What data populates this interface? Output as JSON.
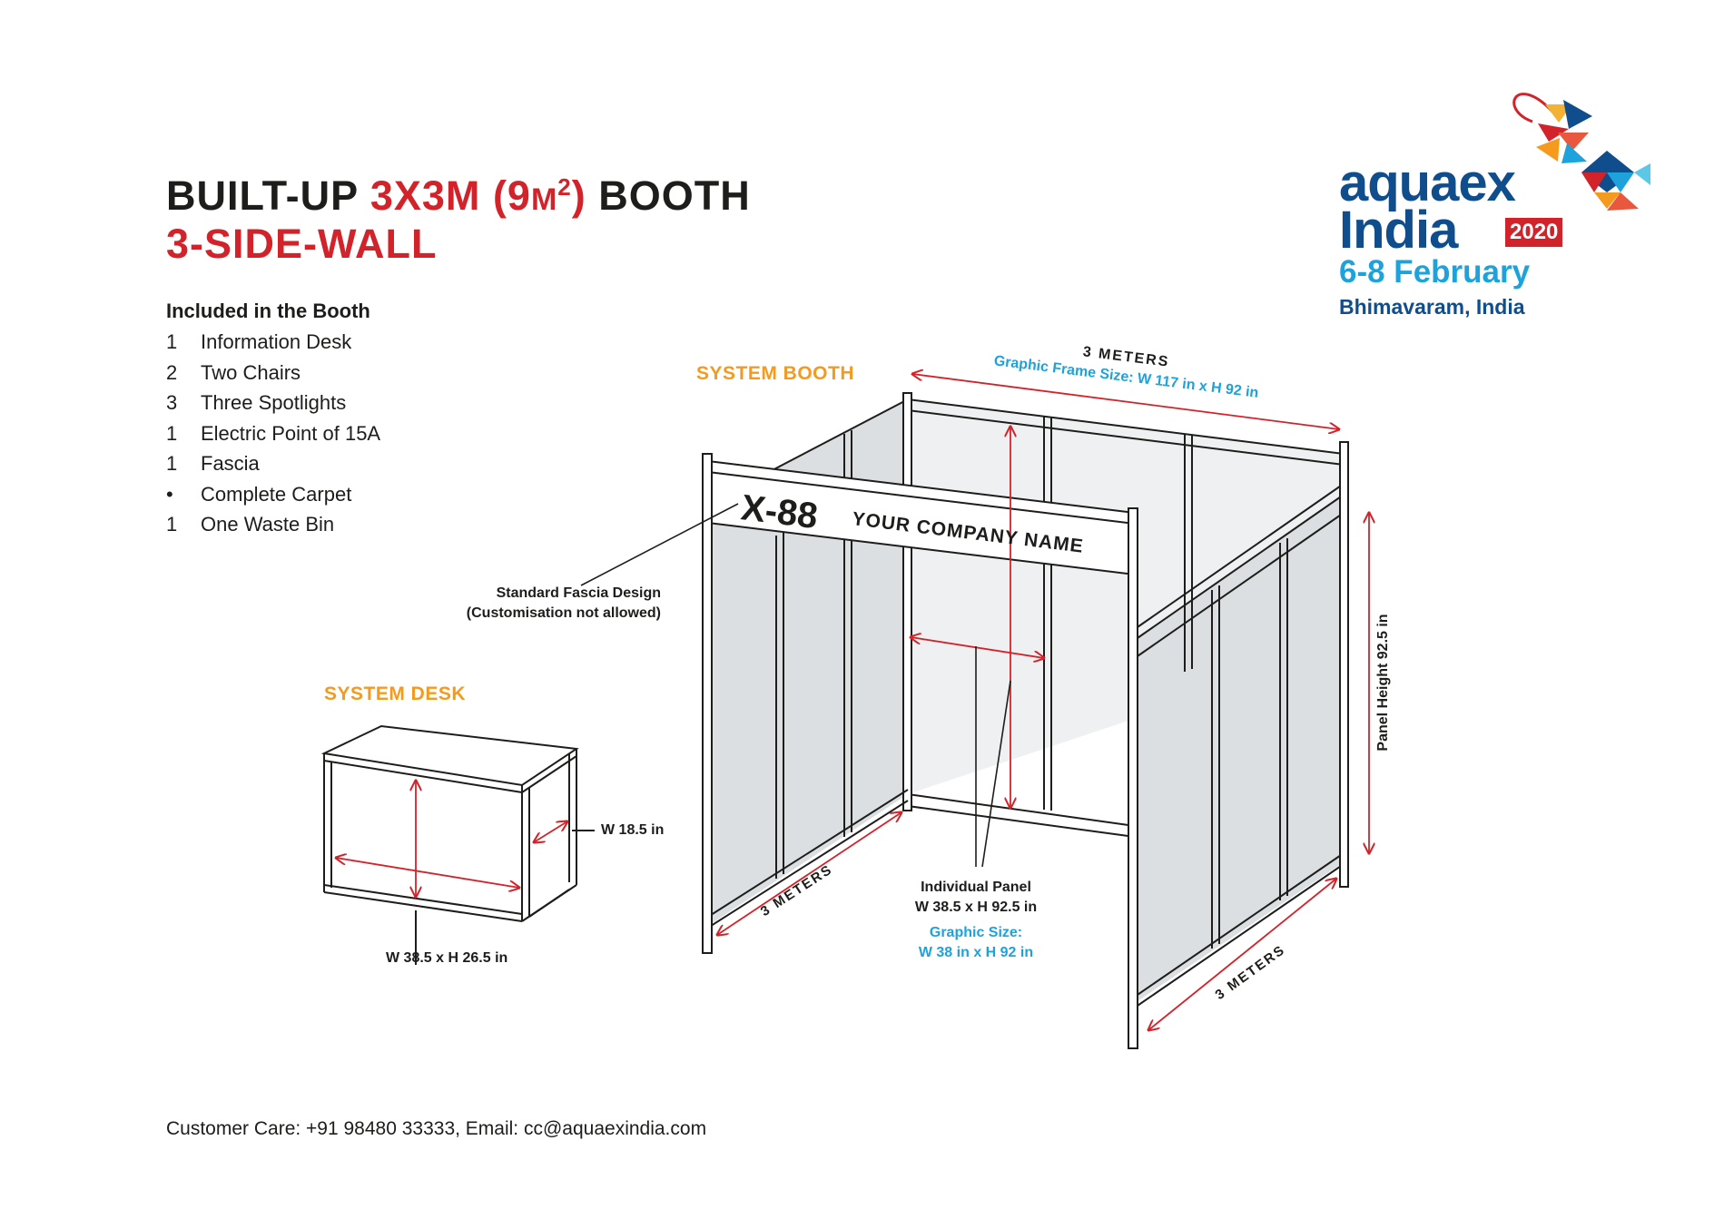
{
  "title": {
    "line1_pre": "BUILT-UP",
    "line1_size": "3X3M",
    "line1_area_open": "(9",
    "line1_area_unit": "M",
    "line1_area_sup": "2",
    "line1_area_close": ")",
    "line1_post": "BOOTH",
    "line2": "3-SIDE-WALL"
  },
  "included": {
    "heading": "Included in the Booth",
    "items": [
      {
        "qty": "1",
        "label": "Information Desk"
      },
      {
        "qty": "2",
        "label": "Two Chairs"
      },
      {
        "qty": "3",
        "label": "Three Spotlights"
      },
      {
        "qty": "1",
        "label": "Electric Point of 15A"
      },
      {
        "qty": "1",
        "label": "Fascia"
      },
      {
        "qty": "•",
        "label": "Complete Carpet"
      },
      {
        "qty": "1",
        "label": "One Waste Bin"
      }
    ]
  },
  "logo": {
    "word1": "aquaex",
    "word2": "India",
    "year": "2020",
    "dates": "6-8 February",
    "location": "Bhimavaram, India"
  },
  "booth": {
    "heading": "SYSTEM BOOTH",
    "fascia_number": "X-88",
    "fascia_company": "YOUR COMPANY NAME",
    "top_dimension": "3 METERS",
    "graphic_frame_size": "Graphic Frame Size: W 117 in x H 92 in",
    "left_dimension": "3 METERS",
    "right_dimension": "3 METERS",
    "panel_height": "Panel Height  92.5 in",
    "fascia_note_line1": "Standard Fascia Design",
    "fascia_note_line2": "(Customisation not allowed)",
    "panel_label_line1": "Individual Panel",
    "panel_label_line2": "W 38.5 x H 92.5 in",
    "graphic_size_line1": "Graphic Size:",
    "graphic_size_line2": "W 38 in x H 92 in"
  },
  "desk": {
    "heading": "SYSTEM DESK",
    "depth": "W 18.5 in",
    "size": "W 38.5 x H 26.5 in"
  },
  "footer": {
    "contact": "Customer Care: +91 98480 33333, Email: cc@aquaexindia.com"
  },
  "colors": {
    "red": "#d2232a",
    "orange": "#f39a1f",
    "blue": "#1ea2dc",
    "navy": "#0f4d8c",
    "panel_gray": "#dcdfe1"
  }
}
